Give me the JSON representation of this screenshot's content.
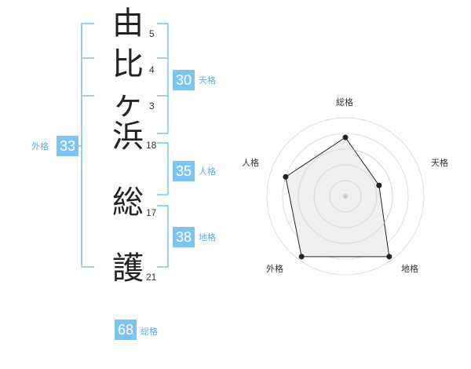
{
  "name": {
    "chars": [
      {
        "char": "由",
        "strokes": "5"
      },
      {
        "char": "比",
        "strokes": "4"
      },
      {
        "char": "ヶ",
        "strokes": "3"
      },
      {
        "char": "浜",
        "strokes": "18"
      },
      {
        "char": "総",
        "strokes": "17"
      },
      {
        "char": "護",
        "strokes": "21"
      }
    ]
  },
  "scores": {
    "tenkaku": {
      "value": "30",
      "label": "天格"
    },
    "jinkaku": {
      "value": "35",
      "label": "人格"
    },
    "chikaku": {
      "value": "38",
      "label": "地格"
    },
    "gaikaku": {
      "value": "33",
      "label": "外格"
    },
    "soukaku": {
      "value": "68",
      "label": "総格"
    }
  },
  "colors": {
    "accent": "#7ec4f0",
    "label_text": "#5aaee6",
    "radar_fill": "#eeeeee",
    "radar_grid": "#dddddd"
  },
  "radar": {
    "axes": [
      "総格",
      "天格",
      "地格",
      "外格",
      "人格"
    ],
    "levels": [
      0.75,
      0.45,
      0.95,
      0.95,
      0.8
    ]
  }
}
